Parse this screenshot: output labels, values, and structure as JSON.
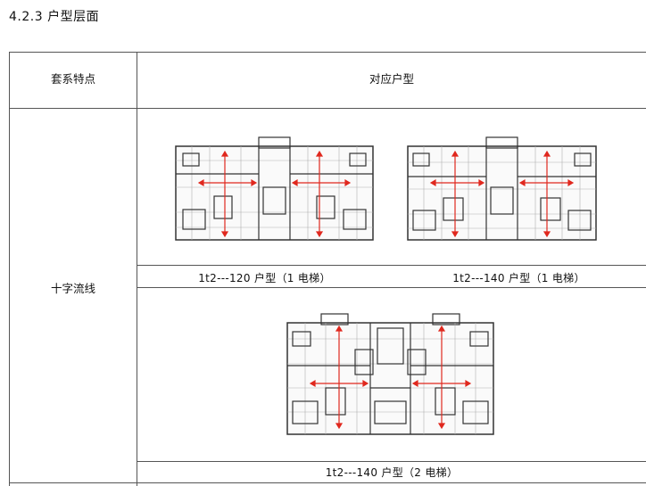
{
  "section": {
    "title": "4.2.3 户型层面"
  },
  "table": {
    "header_left": "套系特点",
    "header_right": "对应户型",
    "row_label": "十字流线",
    "plans": [
      {
        "caption": "1t2---120 户型（1 电梯）"
      },
      {
        "caption": "1t2---140 户型（1 电梯）"
      },
      {
        "caption": "1t2---140 户型（2 电梯）"
      }
    ]
  },
  "colors": {
    "arrow": "#e0281e",
    "wall": "#333333",
    "grid": "#b0b0b0"
  }
}
